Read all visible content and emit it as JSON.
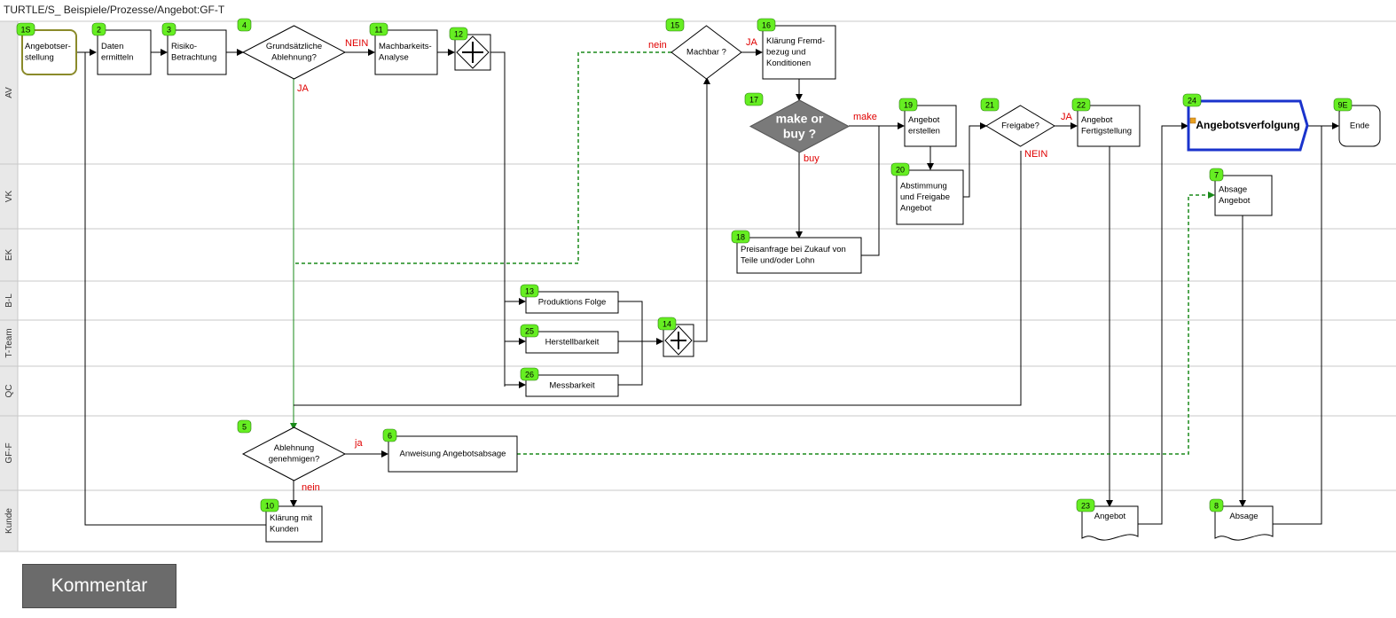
{
  "breadcrumb": "TURTLE/S_ Beispiele/Prozesse/Angebot:GF-T",
  "lanes": [
    "AV",
    "VK",
    "EK",
    "B-L",
    "T-Team",
    "QC",
    "GF-F",
    "Kunde"
  ],
  "nodes": [
    {
      "id": "1S",
      "label": [
        "Angebotser-",
        "stellung"
      ]
    },
    {
      "id": "2",
      "label": [
        "Daten",
        "ermitteln"
      ]
    },
    {
      "id": "3",
      "label": [
        "Risiko-",
        "Betrachtung"
      ]
    },
    {
      "id": "4",
      "label": [
        "Grundsätzliche",
        "Ablehnung?"
      ]
    },
    {
      "id": "11",
      "label": [
        "Machbarkeits-",
        "Analyse"
      ]
    },
    {
      "id": "12",
      "label": []
    },
    {
      "id": "15",
      "label": [
        "Machbar ?"
      ]
    },
    {
      "id": "16",
      "label": [
        "Klärung Fremd-",
        "bezug und",
        "Konditionen"
      ]
    },
    {
      "id": "17",
      "label": [
        "make or",
        "buy ?"
      ]
    },
    {
      "id": "19",
      "label": [
        "Angebot",
        "erstellen"
      ]
    },
    {
      "id": "20",
      "label": [
        "Abstimmung",
        "und Freigabe",
        "Angebot"
      ]
    },
    {
      "id": "21",
      "label": [
        "Freigabe?"
      ]
    },
    {
      "id": "22",
      "label": [
        "Angebot",
        "Fertigstellung"
      ]
    },
    {
      "id": "24",
      "label": [
        "Angebotsverfolgung"
      ]
    },
    {
      "id": "9E",
      "label": [
        "Ende"
      ]
    },
    {
      "id": "7",
      "label": [
        "Absage",
        "Angebot"
      ]
    },
    {
      "id": "18",
      "label": [
        "Preisanfrage bei Zukauf von",
        "Teile und/oder Lohn"
      ]
    },
    {
      "id": "13",
      "label": [
        "Produktions Folge"
      ]
    },
    {
      "id": "25",
      "label": [
        "Herstellbarkeit"
      ]
    },
    {
      "id": "26",
      "label": [
        "Messbarkeit"
      ]
    },
    {
      "id": "14",
      "label": []
    },
    {
      "id": "5",
      "label": [
        "Ablehnung",
        "genehmigen?"
      ]
    },
    {
      "id": "6",
      "label": [
        "Anweisung Angebotsabsage"
      ]
    },
    {
      "id": "10",
      "label": [
        "Klärung mit",
        "Kunden"
      ]
    },
    {
      "id": "23",
      "label": [
        "Angebot"
      ]
    },
    {
      "id": "8",
      "label": [
        "Absage"
      ]
    }
  ],
  "conditions": {
    "nein_15": "nein",
    "ja_15": "JA",
    "nein_4": "NEIN",
    "ja_4": "JA",
    "make": "make",
    "buy": "buy",
    "ja_21": "JA",
    "nein_21": "NEIN",
    "ja_5": "ja",
    "nein_5": "nein"
  },
  "button": {
    "label": "Kommentar"
  },
  "colors": {
    "badge": "#66ee22",
    "decision_dark": "#7a7a7a",
    "highlight": "#1a33cc",
    "start": "#8a8a2a",
    "dashed": "#1a8a1a",
    "cond": "#e00000"
  }
}
